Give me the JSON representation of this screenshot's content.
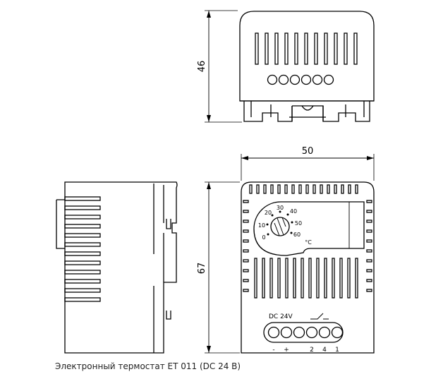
{
  "dimensions": {
    "height_top": "46",
    "width_front": "50",
    "height_front": "67"
  },
  "dial": {
    "scale": [
      "0",
      "10",
      "20",
      "30",
      "40",
      "50",
      "60"
    ],
    "unit": "°C"
  },
  "terminals": {
    "label_dc": "DC 24V",
    "labels": [
      "-",
      "+",
      "2",
      "4",
      "1"
    ]
  },
  "caption": "Электронный термостат ET 011 (DC 24 В)"
}
